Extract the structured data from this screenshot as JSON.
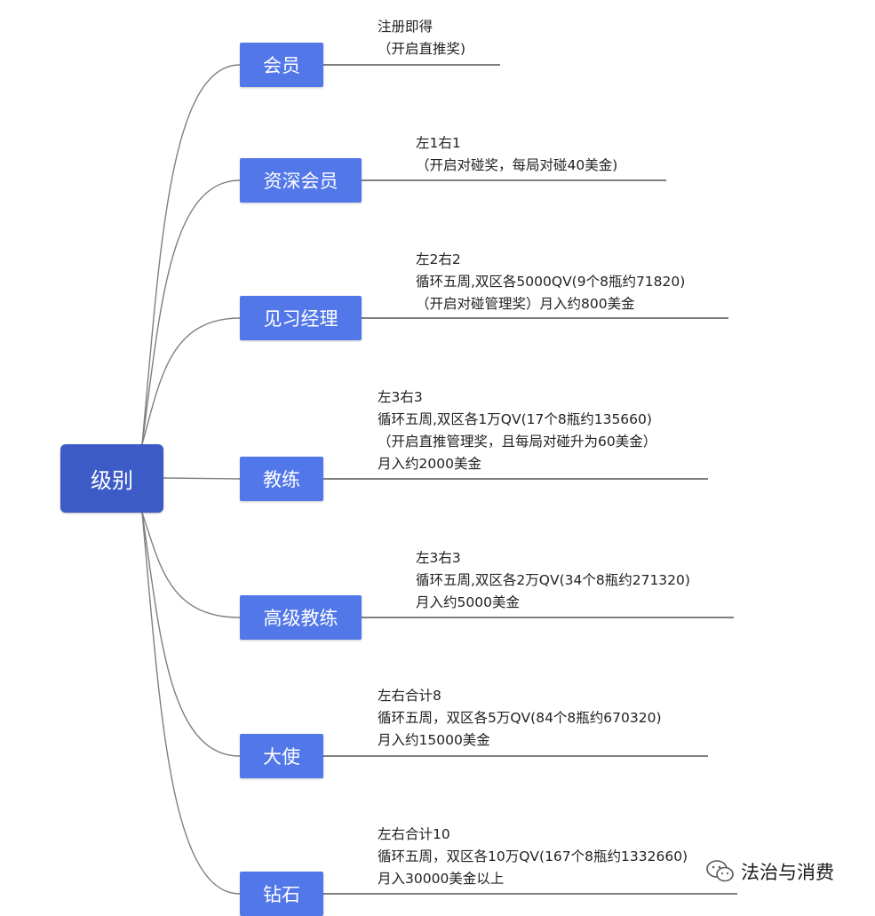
{
  "root": {
    "label": "级别"
  },
  "levels": [
    {
      "label": "会员",
      "notes": [
        "注册即得",
        "（开启直推奖)"
      ]
    },
    {
      "label": "资深会员",
      "notes": [
        "左1右1",
        "（开启对碰奖，每局对碰40美金)"
      ]
    },
    {
      "label": "见习经理",
      "notes": [
        "左2右2",
        "循环五周,双区各5000QV(9个8瓶约71820)",
        "（开启对碰管理奖）月入约800美金"
      ]
    },
    {
      "label": "教练",
      "notes": [
        "左3右3",
        "循环五周,双区各1万QV(17个8瓶约135660)",
        "（开启直推管理奖，且每局对碰升为60美金）",
        "月入约2000美金"
      ]
    },
    {
      "label": "高级教练",
      "notes": [
        "左3右3",
        "循环五周,双区各2万QV(34个8瓶约271320)",
        "月入约5000美金"
      ]
    },
    {
      "label": "大使",
      "notes": [
        "左右合计8",
        "循环五周，双区各5万QV(84个8瓶约670320)",
        "月入约15000美金"
      ]
    },
    {
      "label": "钻石",
      "notes": [
        "左右合计10",
        "循环五周，双区各10万QV(167个8瓶约1332660)",
        "月入30000美金以上"
      ]
    }
  ],
  "watermark": {
    "text": "法治与消费",
    "icon": "wechat-icon"
  },
  "colors": {
    "root": "#3c5bc6",
    "node": "#5277e8",
    "line": "#7f7f7f"
  }
}
